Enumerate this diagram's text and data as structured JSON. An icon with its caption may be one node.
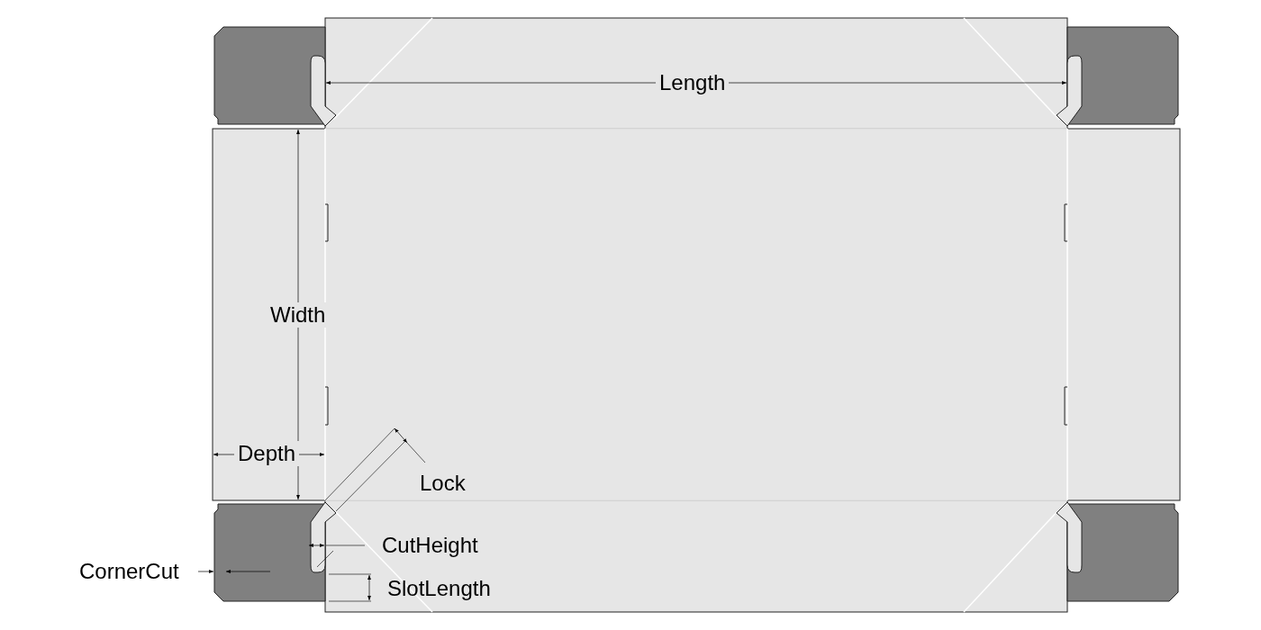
{
  "diagram": {
    "labels": [
      "Length",
      "Width",
      "Depth",
      "Lock",
      "CutHeight",
      "CornerCut",
      "SlotLength"
    ]
  }
}
